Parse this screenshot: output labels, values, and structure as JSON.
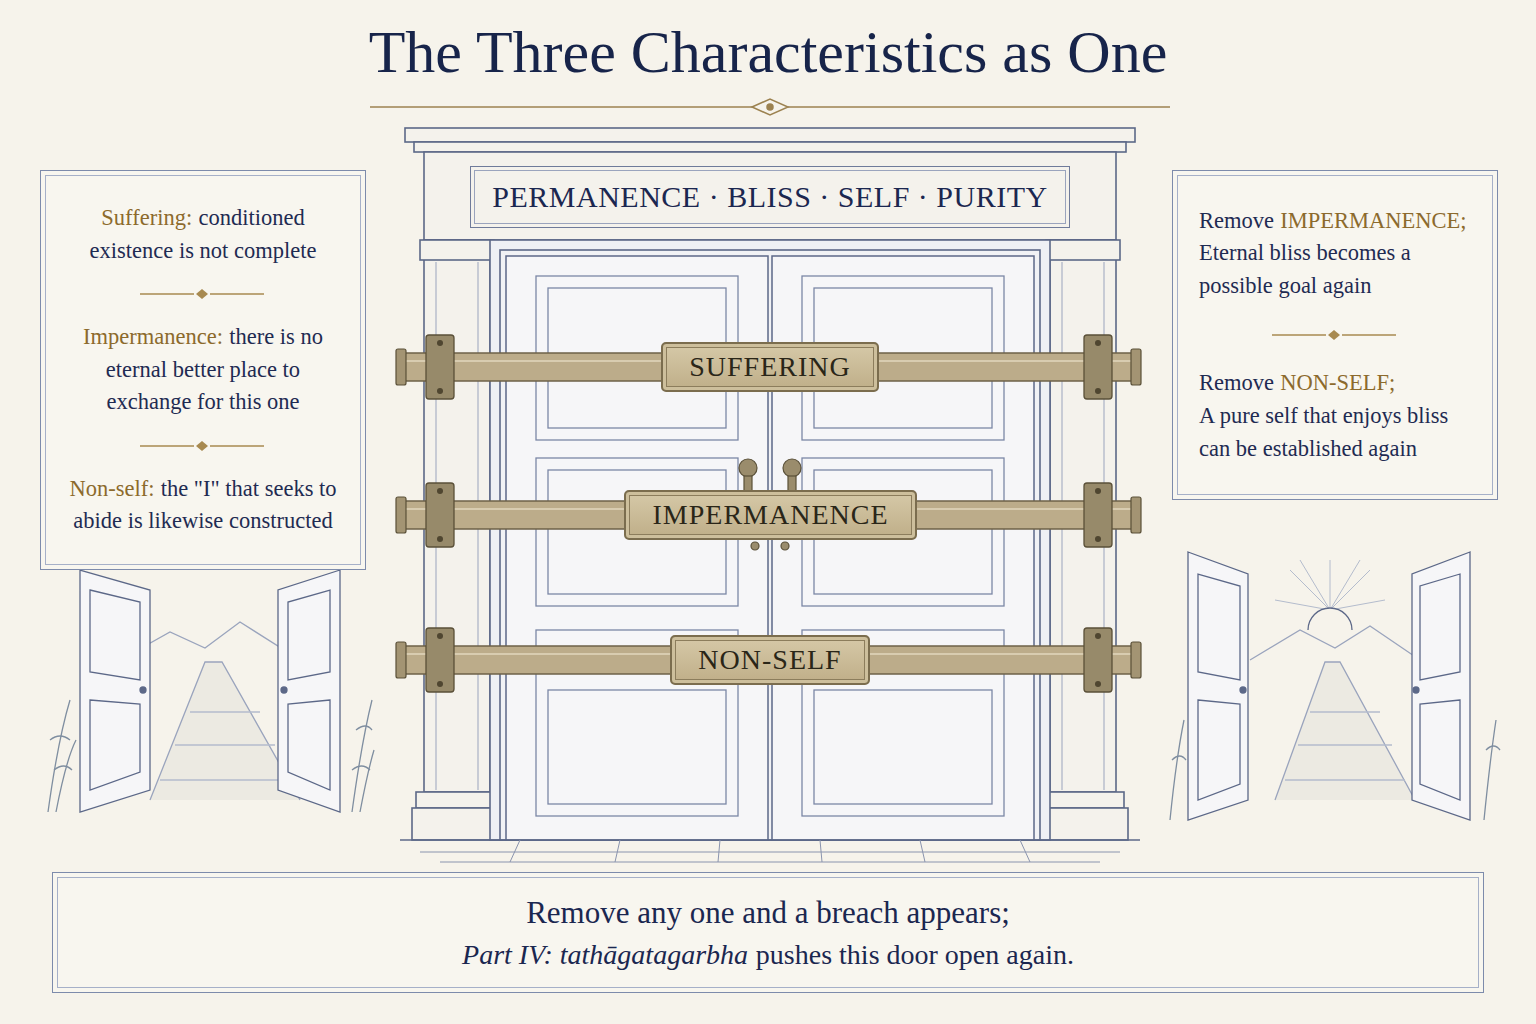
{
  "diagram": {
    "title": "The Three Characteristics as One",
    "nodes": [
      {
        "text": [
          "Suffering:",
          "conditioned existence is not complete",
          "Impermanence:",
          "there is no eternal better place to exchange for this one",
          "Non-self:",
          "the \"I\" that seeks to abide is likewise constructed"
        ]
      },
      {
        "text": [
          "PERMANENCE · BLISS · SELF · PURITY"
        ]
      },
      {
        "text": [
          "SUFFERING"
        ]
      },
      {
        "text": [
          "IMPERMANENCE"
        ]
      },
      {
        "text": [
          "NON-SELF"
        ]
      },
      {
        "text": [
          "Remove",
          "IMPERMANENCE;",
          "Eternal bliss becomes a possible goal again",
          "Remove",
          "NON-SELF;",
          "A pure self that enjoys bliss can be established again"
        ]
      },
      {
        "text": [
          "Remove any one and a breach appears;",
          "Part IV: tathāgatagarbha",
          "pushes this door open again."
        ]
      }
    ]
  }
}
